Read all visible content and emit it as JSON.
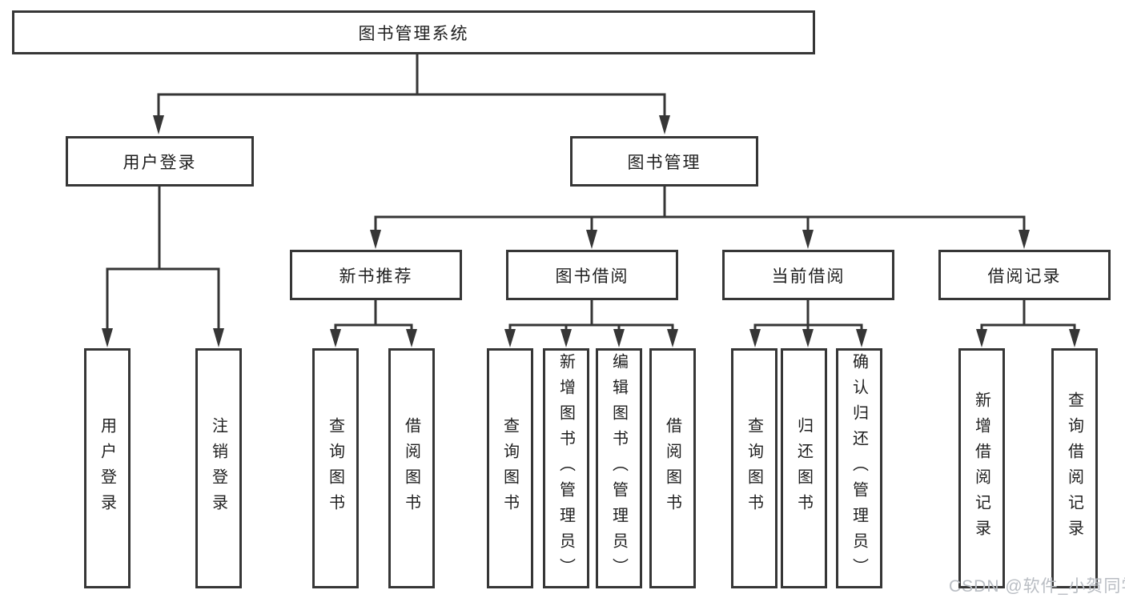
{
  "root": {
    "label": "图书管理系统"
  },
  "branches": [
    {
      "label": "用户登录",
      "children": [
        {
          "label": "用户登录"
        },
        {
          "label": "注销登录"
        }
      ]
    },
    {
      "label": "图书管理",
      "children": [
        {
          "label": "新书推荐",
          "children": [
            {
              "label": "查询图书"
            },
            {
              "label": "借阅图书"
            }
          ]
        },
        {
          "label": "图书借阅",
          "children": [
            {
              "label": "查询图书"
            },
            {
              "label": "新增图书（管理员）"
            },
            {
              "label": "编辑图书（管理员）"
            },
            {
              "label": "借阅图书"
            }
          ]
        },
        {
          "label": "当前借阅",
          "children": [
            {
              "label": "查询图书"
            },
            {
              "label": "归还图书"
            },
            {
              "label": "确认归还（管理员）"
            }
          ]
        },
        {
          "label": "借阅记录",
          "children": [
            {
              "label": "新增借阅记录"
            },
            {
              "label": "查询借阅记录"
            }
          ]
        }
      ]
    }
  ],
  "watermark": "CSDN @软件_小贺同学",
  "colors": {
    "line": "#363636",
    "box_border": "#363636",
    "text": "#1f1f1f",
    "watermark": "#b9bdc3"
  }
}
